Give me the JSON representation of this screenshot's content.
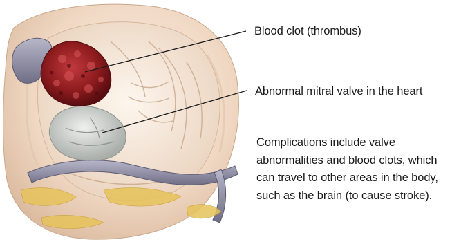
{
  "labels": {
    "blood_clot": "Blood clot (thrombus)",
    "mitral_valve": "Abnormal mitral valve in the heart"
  },
  "caption": "Complications include valve abnormalities and blood clots, which can travel to other areas in the body, such as the brain (to cause stroke).",
  "colors": {
    "tissue": "#efd9c7",
    "clot": "#8e1c1f",
    "valve": "#cfd3d0",
    "vessel": "#8b8aa0",
    "fat": "#e6c35a"
  }
}
